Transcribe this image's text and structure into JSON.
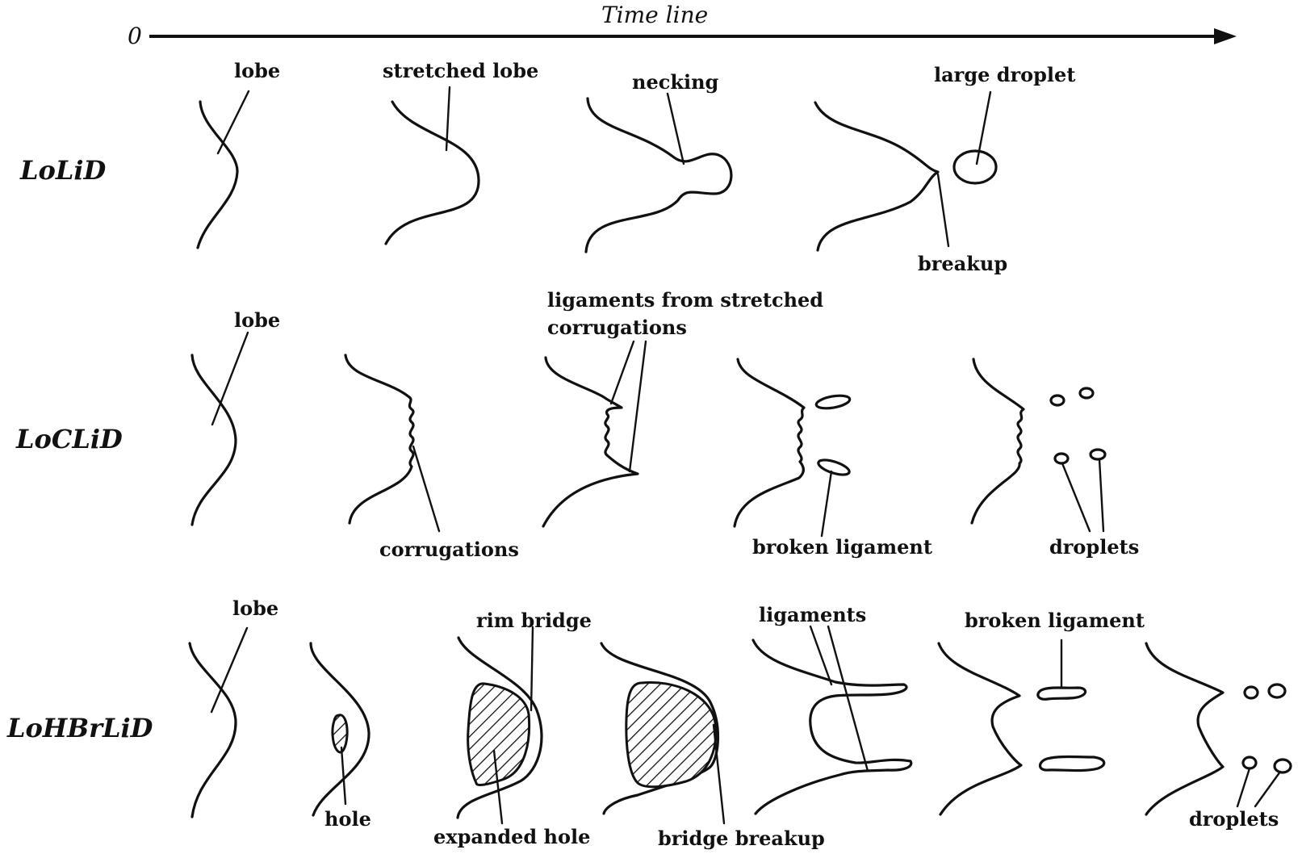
{
  "timeline": {
    "label": "Time line",
    "origin": "0"
  },
  "rows": [
    {
      "name": "LoLiD"
    },
    {
      "name": "LoCLiD"
    },
    {
      "name": "LoHBrLiD"
    }
  ],
  "labels": {
    "lolid": {
      "lobe": "lobe",
      "stretched_lobe": "stretched lobe",
      "necking": "necking",
      "large_droplet": "large droplet",
      "breakup": "breakup"
    },
    "loclid": {
      "lobe": "lobe",
      "ligaments_line1": "ligaments from stretched",
      "ligaments_line2": "corrugations",
      "corrugations": "corrugations",
      "broken_ligament": "broken ligament",
      "droplets": "droplets"
    },
    "lohbrlid": {
      "lobe": "lobe",
      "hole": "hole",
      "rim_bridge": "rim bridge",
      "expanded_hole": "expanded hole",
      "bridge_breakup": "bridge breakup",
      "ligaments": "ligaments",
      "broken_ligament": "broken ligament",
      "droplets": "droplets"
    }
  }
}
